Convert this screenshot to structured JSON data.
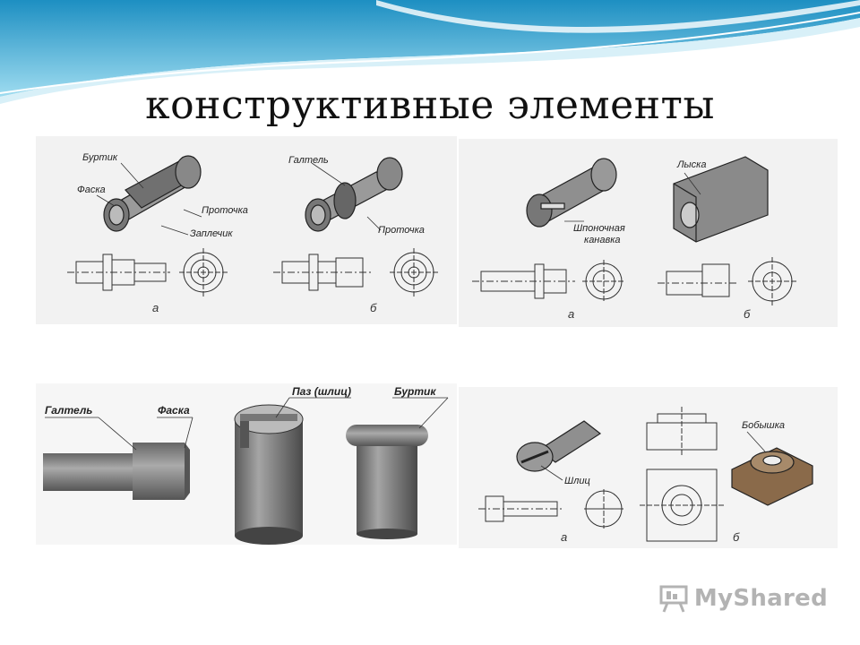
{
  "title": "конструктивные элементы",
  "panel1": {
    "labels": {
      "burtik": "Буртик",
      "faska": "Фаска",
      "protochka": "Проточка",
      "zaplechik": "Заплечик",
      "galtel": "Галтель",
      "protochka2": "Проточка"
    },
    "sub_a": "а",
    "sub_b": "б"
  },
  "panel2": {
    "labels": {
      "shponochnaya": "Шпоночная",
      "kanavka": "канавка",
      "lyska": "Лыска"
    },
    "sub_a": "а",
    "sub_b": "б"
  },
  "panel3": {
    "labels": {
      "galtel": "Галтель",
      "faska": "Фаска",
      "paz": "Паз (шлиц)",
      "burtik": "Буртик"
    }
  },
  "panel4": {
    "labels": {
      "shlits": "Шлиц",
      "bobyshka": "Бобышка"
    },
    "sub_a": "а",
    "sub_b": "б"
  },
  "logo": {
    "text": "MyShared",
    "icon": "presentation-board-icon"
  }
}
